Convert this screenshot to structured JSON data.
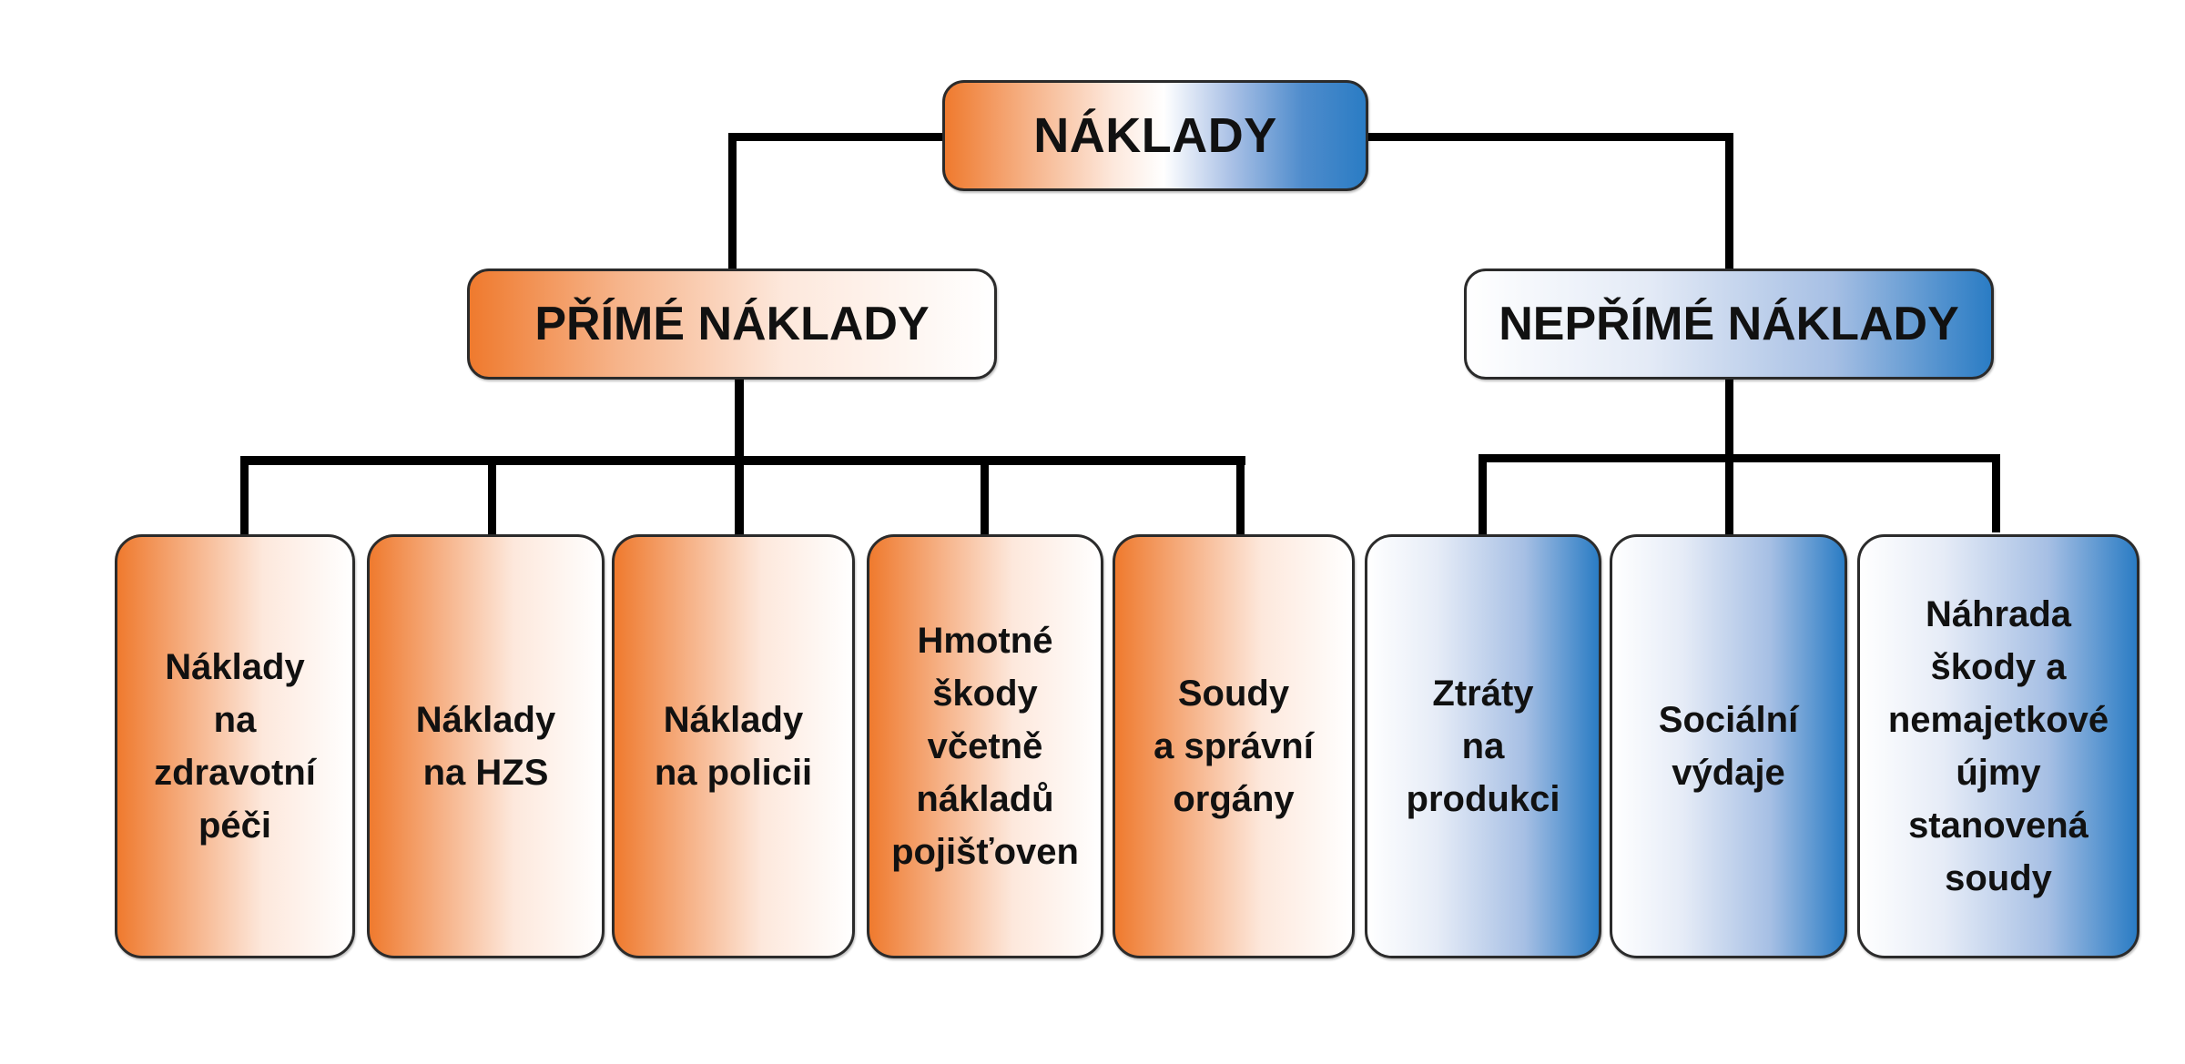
{
  "root": {
    "label": "NÁKLADY"
  },
  "categories": [
    {
      "label": "PŘÍMÉ NÁKLADY",
      "color": "#ef7a2e"
    },
    {
      "label": "NEPŘÍMÉ NÁKLADY",
      "color": "#2a7cc4"
    }
  ],
  "direct_items": [
    {
      "label": "Náklady\nna\nzdravotní\npéči"
    },
    {
      "label": "Náklady\nna HZS"
    },
    {
      "label": "Náklady\nna policii"
    },
    {
      "label": "Hmotné\nškody\nvčetně\nnákladů\npojišťoven"
    },
    {
      "label": "Soudy\na správní\norgány"
    }
  ],
  "indirect_items": [
    {
      "label": "Ztráty\nna\nprodukci"
    },
    {
      "label": "Sociální\nvýdaje"
    },
    {
      "label": "Náhrada\nškody a\nnemajetkové\nújmy\nstanovená\nsoudy"
    }
  ],
  "colors": {
    "orange": "#ef7a2e",
    "blue": "#2a7cc4",
    "connector": "#000000"
  }
}
